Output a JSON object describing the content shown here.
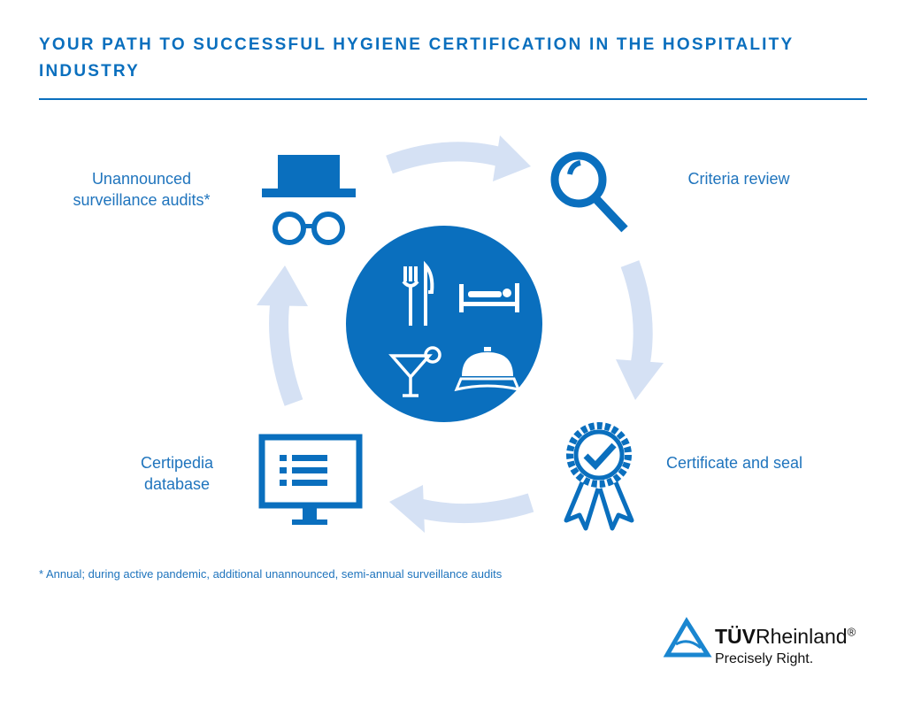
{
  "header": {
    "title": "YOUR PATH TO SUCCESSFUL HYGIENE CERTIFICATION IN THE HOSPITALITY INDUSTRY"
  },
  "steps": [
    {
      "label": "Criteria review",
      "icon": "magnifier-icon"
    },
    {
      "label": "Certificate and seal",
      "icon": "rosette-icon"
    },
    {
      "label": "Certipedia database",
      "icon": "monitor-list-icon"
    },
    {
      "label": "Unannounced surveillance audits*",
      "icon": "incognito-icon"
    }
  ],
  "center": {
    "icons": [
      "cutlery-icon",
      "bed-icon",
      "cocktail-icon",
      "service-bell-icon"
    ]
  },
  "footnote": "* Annual; during active pandemic, additional unannounced, semi-annual surveillance audits",
  "logo": {
    "brand_bold": "TÜV",
    "brand_regular": "Rheinland",
    "registered": "®",
    "tagline": "Precisely Right."
  },
  "colors": {
    "primary": "#0a6fbe",
    "arrow": "#d5e1f4"
  }
}
